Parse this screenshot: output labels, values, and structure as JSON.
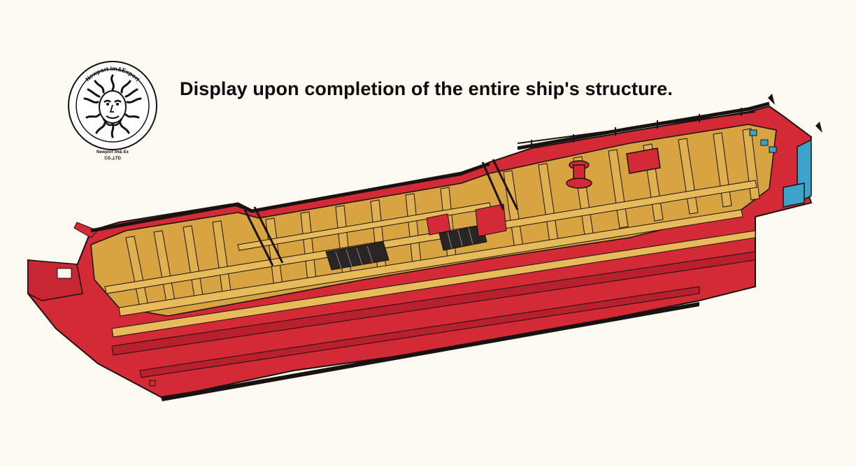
{
  "headline": "Display upon completion of the entire ship's structure.",
  "logo": {
    "ring_text": "Newport Im&Export",
    "line1": "Newport Im& Ex",
    "line2": "CO.,LTD"
  },
  "colors": {
    "background": "#fdfaf1",
    "hull_red": "#d42a35",
    "timber": "#d8a441",
    "outline": "#1a1212",
    "accent_blue": "#3ea3c9"
  }
}
